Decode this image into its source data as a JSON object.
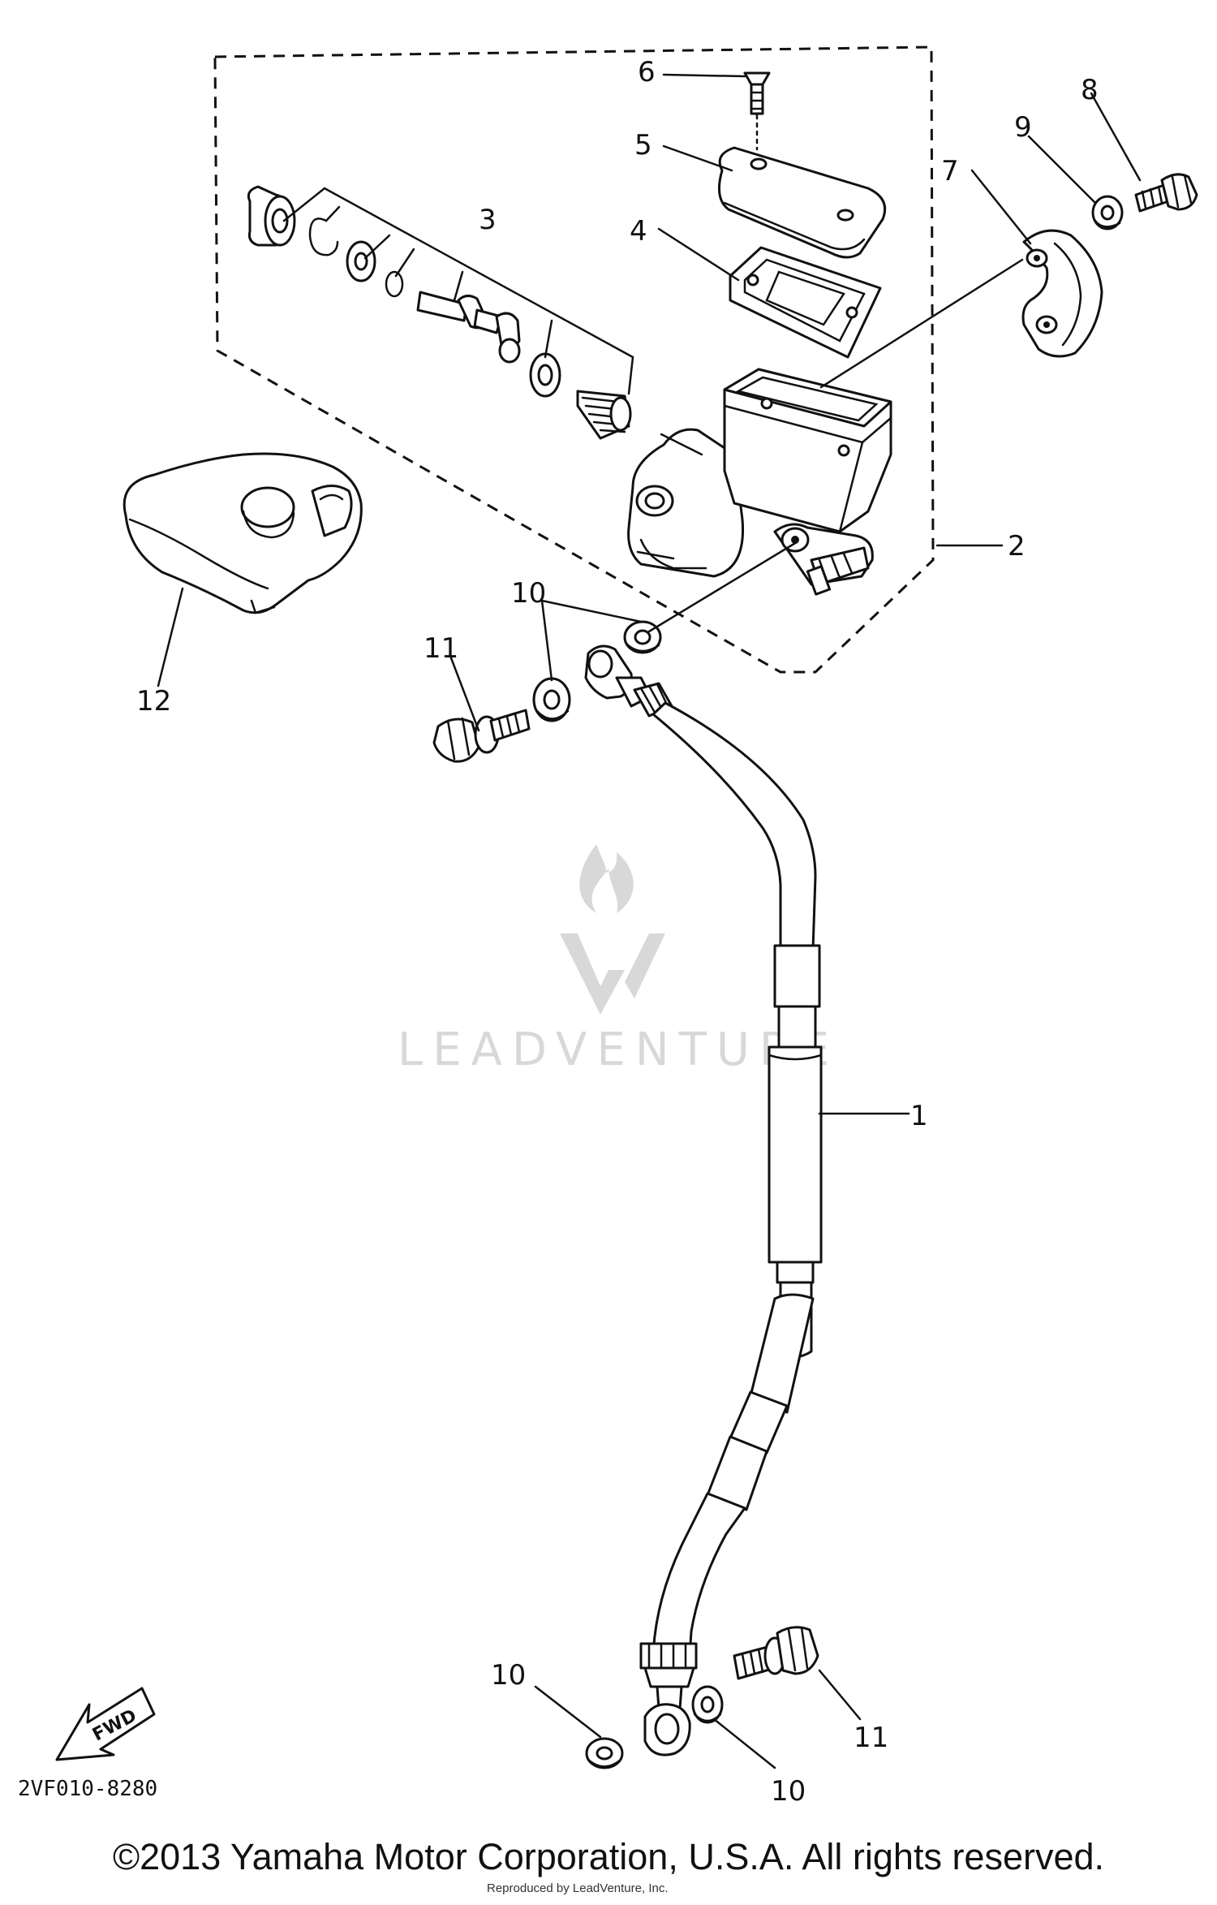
{
  "callouts": {
    "c1": "1",
    "c2": "2",
    "c3": "3",
    "c4": "4",
    "c5": "5",
    "c6": "6",
    "c7": "7",
    "c8": "8",
    "c9": "9",
    "c10": "10",
    "c11": "11",
    "c12": "12"
  },
  "fwd_label": "FWD",
  "diagram_code": "2VF010-8280",
  "watermark": "LEADVENTURE",
  "copyright": "©2013 Yamaha Motor Corporation, U.S.A. All rights reserved.",
  "reproduced_note": "Reproduced by LeadVenture, Inc."
}
